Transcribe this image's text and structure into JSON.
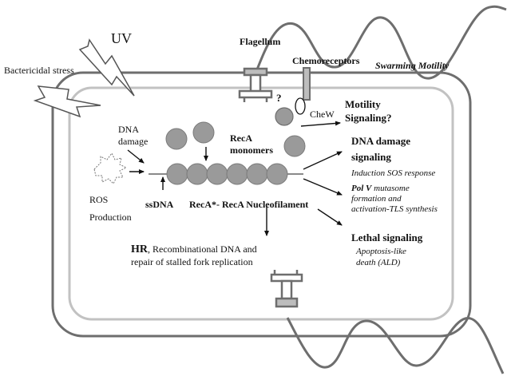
{
  "labels": {
    "uv": "UV",
    "flagellum": "Flagellum",
    "chemoreceptors": "Chemoreceptors",
    "swarming": "Swarming Motility",
    "bactericidal": "Bactericidal stress",
    "question_receptor": "?",
    "chew": "CheW",
    "motility_signaling_1": "Motility",
    "motility_signaling_2": "Signaling?",
    "dna_damage_1": "DNA",
    "dna_damage_2": "damage",
    "reca_monomers_1": "RecA",
    "reca_monomers_2": "monomers",
    "dna_damage_signaling_1": "DNA damage",
    "dna_damage_signaling_2": "signaling",
    "induction_sos": "Induction SOS response",
    "pol_v_bold": "Pol V",
    "pol_v_rest": " mutasome",
    "pol_v_2": "formation and",
    "pol_v_3": "activation-TLS synthesis",
    "ros": "ROS",
    "production": "Production",
    "ssdna": "ssDNA",
    "nucleofilament": "RecA*- RecA Nucleofilament",
    "hr_bold": "HR",
    "hr_rest": ", Recombinational DNA and",
    "hr_2": "repair of stalled fork replication",
    "lethal": "Lethal signaling",
    "ald_1": "Apoptosis-like",
    "ald_2": "death (ALD)"
  },
  "colors": {
    "cell_outer": "#6e6e6e",
    "cell_inner": "#bdbdbd",
    "protein_fill": "#9a9a9a",
    "flagellum": "#6e6e6e",
    "arrow": "#111111"
  }
}
